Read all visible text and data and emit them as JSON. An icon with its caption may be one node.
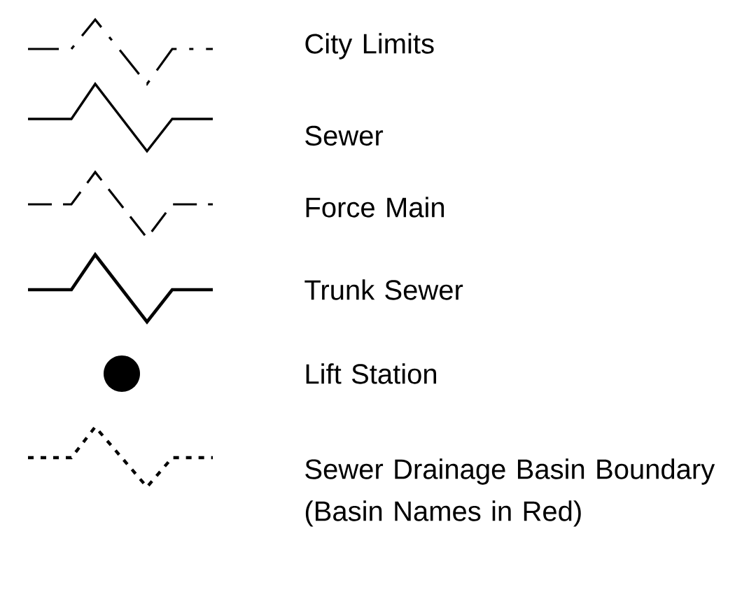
{
  "diagram": {
    "legend": [
      {
        "text": "City Limits"
      },
      {
        "text": "Sewer"
      },
      {
        "text": "Force Main"
      },
      {
        "text": "Trunk Sewer"
      },
      {
        "text": "Lift Station"
      },
      {
        "text": "Sewer Drainage Basin Boundary (Basin Names in Red)"
      }
    ]
  }
}
